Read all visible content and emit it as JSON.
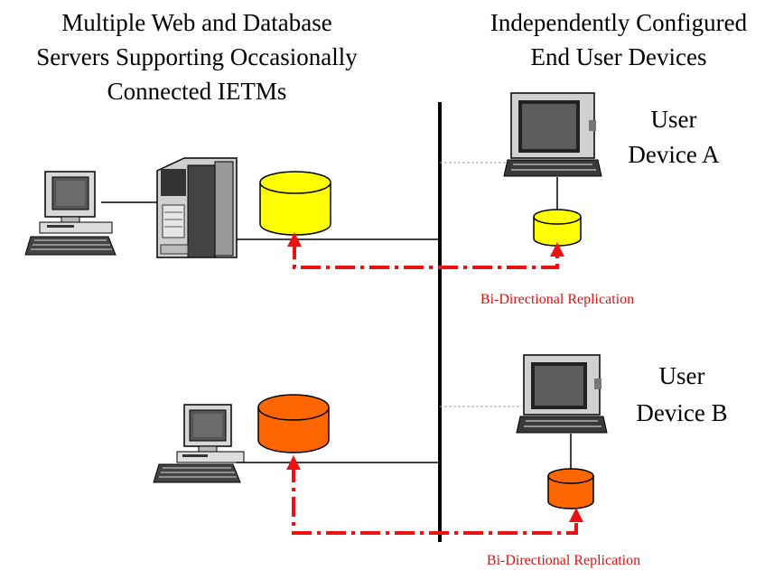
{
  "left_heading": [
    "Multiple Web and Database",
    "Servers Supporting Occasionally",
    "Connected IETMs"
  ],
  "right_heading": [
    "Independently Configured",
    "End User Devices"
  ],
  "device_a_label": [
    "User",
    "Device A"
  ],
  "device_b_label": [
    "User",
    "Device B"
  ],
  "replication_label_top": "Bi-Directional Replication",
  "replication_label_bottom": "Bi-Directional Replication",
  "icons": [
    "desktop-computer-icon",
    "server-tower-icon",
    "database-icon",
    "laptop-icon"
  ],
  "colors": {
    "database_a": "#ffff00",
    "database_b": "#ff6600",
    "replication": "#ee1111",
    "network_bus": "#000000"
  }
}
